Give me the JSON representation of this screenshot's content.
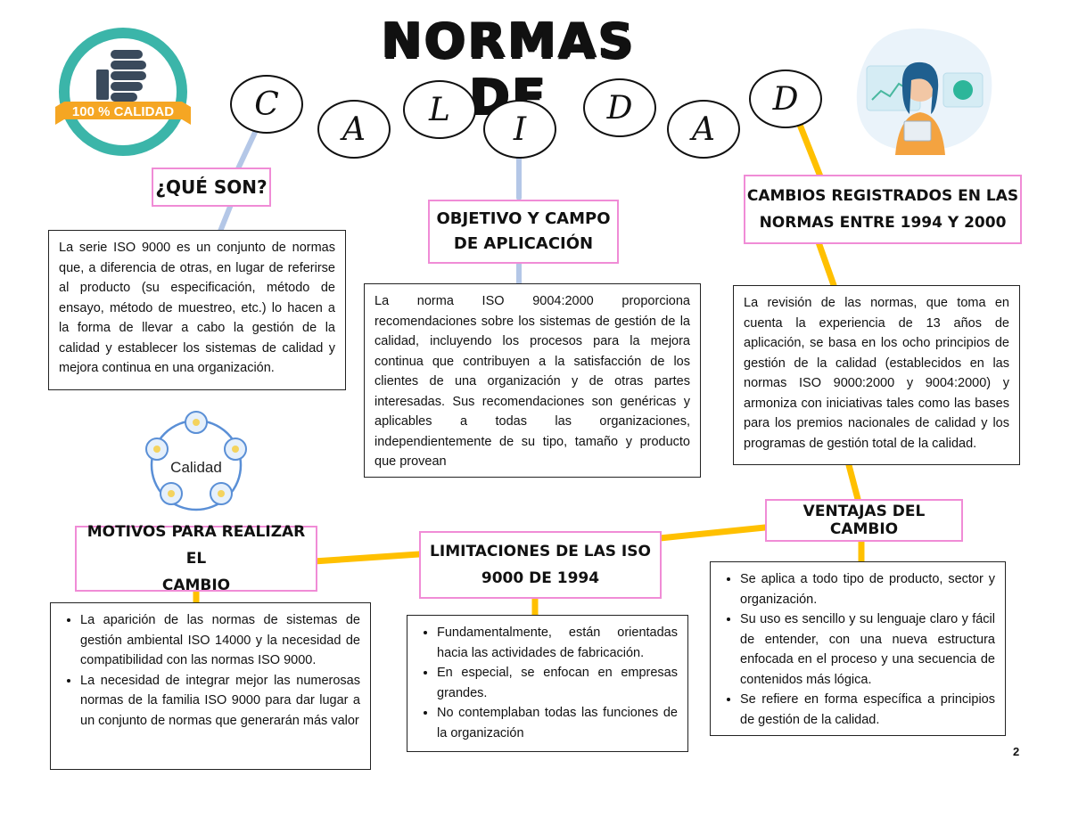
{
  "title": "NORMAS DE",
  "letters": [
    "C",
    "A",
    "L",
    "I",
    "D",
    "A",
    "D"
  ],
  "logo_badge": "100 % CALIDAD",
  "diagram_center": "Calidad",
  "que_son": {
    "heading": "¿QUÉ SON?",
    "text": "La serie ISO 9000 es un conjunto de normas que, a diferencia de otras, en lugar de referirse al producto (su especificación, método de ensayo, método de muestreo, etc.) lo hacen a la forma de llevar a cabo la gestión de la calidad y establecer los sistemas de calidad y mejora continua en una organización."
  },
  "objetivo": {
    "heading_line1": "OBJETIVO Y CAMPO",
    "heading_line2": "DE APLICACIÓN",
    "text": "La norma ISO 9004:2000 proporciona recomendaciones sobre los sistemas de gestión de la calidad, incluyendo los procesos para la mejora continua que contribuyen a la satisfacción de los clientes de una organización y de otras partes interesadas. Sus recomendaciones son genéricas y aplicables a todas las organizaciones, independientemente de su tipo, tamaño y producto que provean"
  },
  "cambios": {
    "heading_line1": "CAMBIOS REGISTRADOS EN LAS",
    "heading_line2": "NORMAS ENTRE 1994 Y 2000",
    "text": "La revisión de las normas, que toma en cuenta la experiencia de 13 años de aplicación, se basa en los ocho principios de gestión de la calidad (establecidos en las normas ISO 9000:2000 y 9004:2000) y armoniza con iniciativas tales como las bases para los premios nacionales de calidad y los programas de gestión total de la calidad."
  },
  "motivos": {
    "heading_line1": "MOTIVOS PARA REALIZAR EL",
    "heading_line2": "CAMBIO",
    "items": [
      "La aparición de las normas de sistemas de gestión ambiental ISO 14000 y la necesidad de compatibilidad con las normas ISO 9000.",
      "La necesidad de integrar mejor las numerosas normas de la familia ISO 9000 para dar lugar a un conjunto de normas que generarán más valor"
    ]
  },
  "limitaciones": {
    "heading_line1": "LIMITACIONES DE LAS ISO",
    "heading_line2": "9000 DE 1994",
    "items": [
      "Fundamentalmente, están orientadas hacia las actividades de fabricación.",
      "En especial, se enfocan en empresas grandes.",
      "No contemplaban todas las funciones de la organización"
    ]
  },
  "ventajas": {
    "heading": "VENTAJAS DEL CAMBIO",
    "items": [
      "Se aplica a todo tipo de producto, sector y organización.",
      "Su uso es sencillo y su lenguaje claro y fácil de entender, con una nueva estructura enfocada en el proceso y una secuencia de contenidos más lógica.",
      "Se refiere en forma específica a principios de gestión de la calidad."
    ]
  },
  "page_number": "2",
  "colors": {
    "pink_border": "#f08cd6",
    "connector_blue": "#b4c7e7",
    "connector_yellow": "#ffc000",
    "logo_teal": "#3bb5a9",
    "logo_orange": "#f5a623"
  }
}
